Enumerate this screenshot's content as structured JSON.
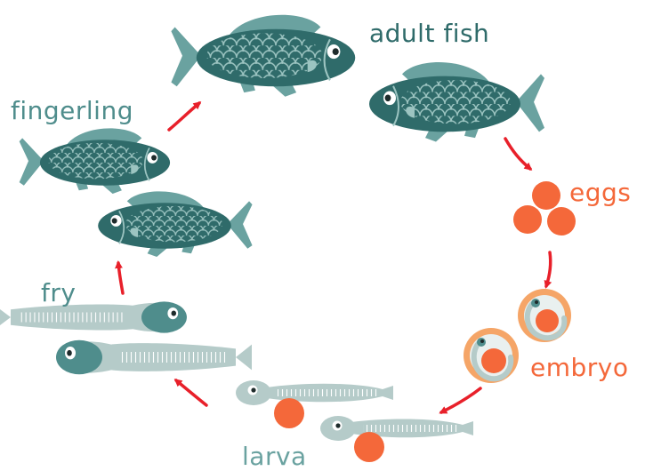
{
  "colors": {
    "fish_dark": "#2f6b6a",
    "fish_mid": "#4f8d8c",
    "fish_fin": "#6aa2a0",
    "fish_pale": "#b5cbc9",
    "egg": "#f4683a",
    "egg_ring": "#f5a567",
    "arrow": "#e8202a"
  },
  "labels": {
    "adult": "adult fish",
    "eggs": "eggs",
    "embryo": "embryo",
    "larva": "larva",
    "fry": "fry",
    "fingerling": "fingerling"
  },
  "icons": [
    "fish-icon",
    "egg-icon",
    "embryo-icon",
    "larva-icon",
    "arrow-icon"
  ]
}
